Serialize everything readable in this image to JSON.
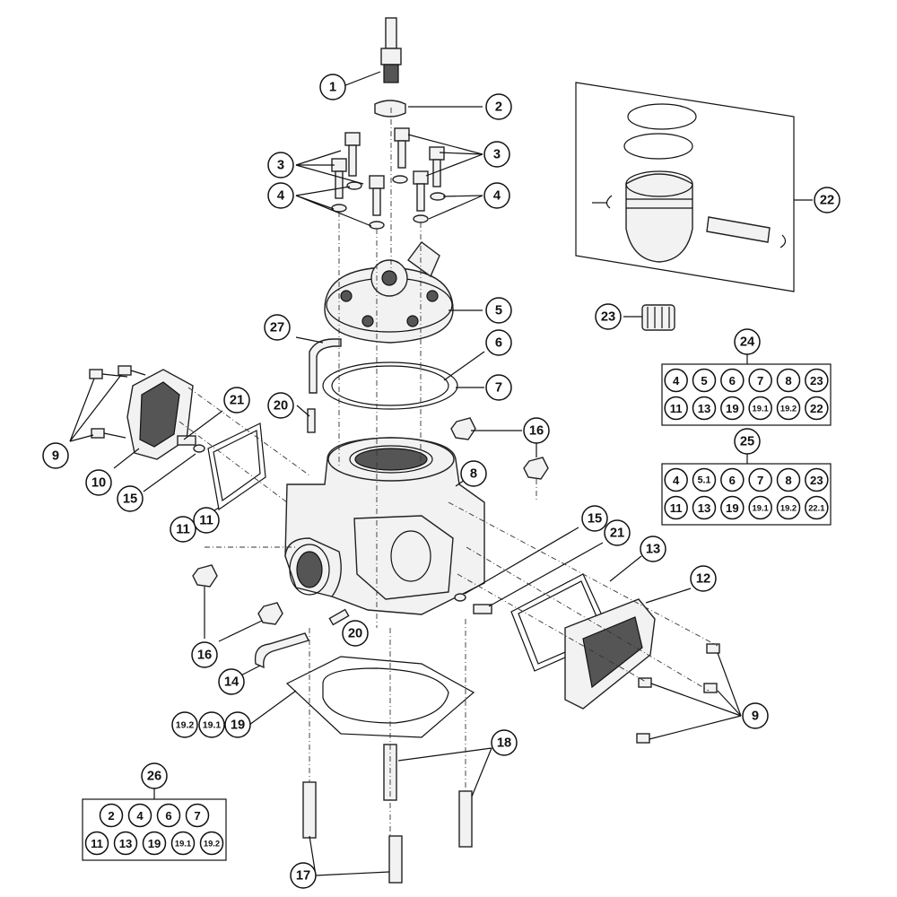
{
  "callouts": [
    "1",
    "2",
    "3",
    "3",
    "4",
    "4",
    "5",
    "6",
    "7",
    "8",
    "9",
    "9",
    "10",
    "11",
    "11",
    "12",
    "13",
    "14",
    "15",
    "15",
    "16",
    "16",
    "17",
    "18",
    "19",
    "19.1",
    "19.2",
    "20",
    "20",
    "21",
    "21",
    "22",
    "23",
    "24",
    "25",
    "26",
    "27"
  ],
  "kits": {
    "kit24": {
      "label": "24",
      "row1": [
        "4",
        "5",
        "6",
        "7",
        "8",
        "23"
      ],
      "row2": [
        "11",
        "13",
        "19",
        "19.1",
        "19.2",
        "22"
      ]
    },
    "kit25": {
      "label": "25",
      "row1": [
        "4",
        "5.1",
        "6",
        "7",
        "8",
        "23"
      ],
      "row2": [
        "11",
        "13",
        "19",
        "19.1",
        "19.2",
        "22.1"
      ]
    },
    "kit26": {
      "label": "26",
      "row1": [
        "2",
        "4",
        "6",
        "7"
      ],
      "row2": [
        "11",
        "13",
        "19",
        "19.1",
        "19.2"
      ]
    }
  },
  "colors": {
    "line": "#111111",
    "fill": "#f2f2f2",
    "background": "#ffffff"
  }
}
